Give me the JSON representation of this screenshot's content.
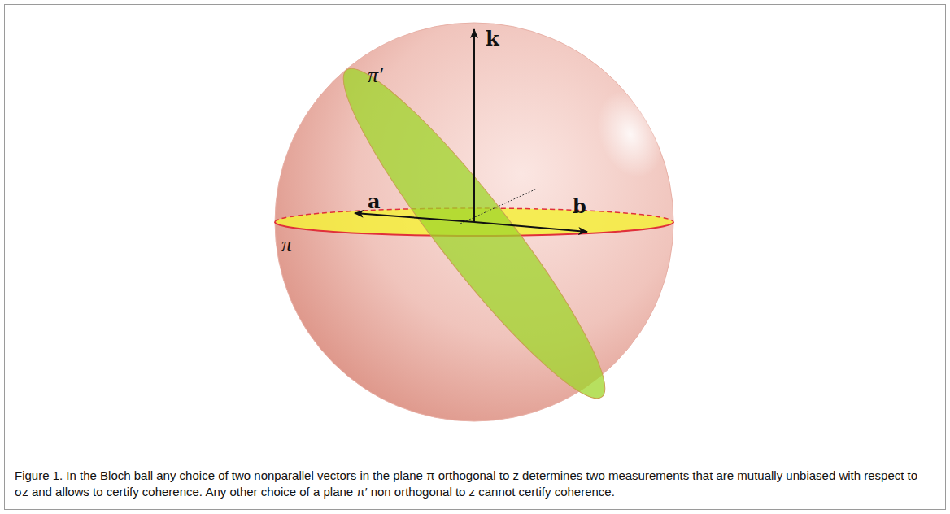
{
  "diagram": {
    "caption": "Figure 1. In the Bloch ball any choice of two nonparallel vectors in the plane π orthogonal to z determines two measurements that are mutually unbiased with respect to σz and allows to certify coherence. Any other choice of a plane π′ non orthogonal to z cannot certify coherence.",
    "labels": [
      "k",
      "π′",
      "a",
      "b",
      "π"
    ]
  }
}
